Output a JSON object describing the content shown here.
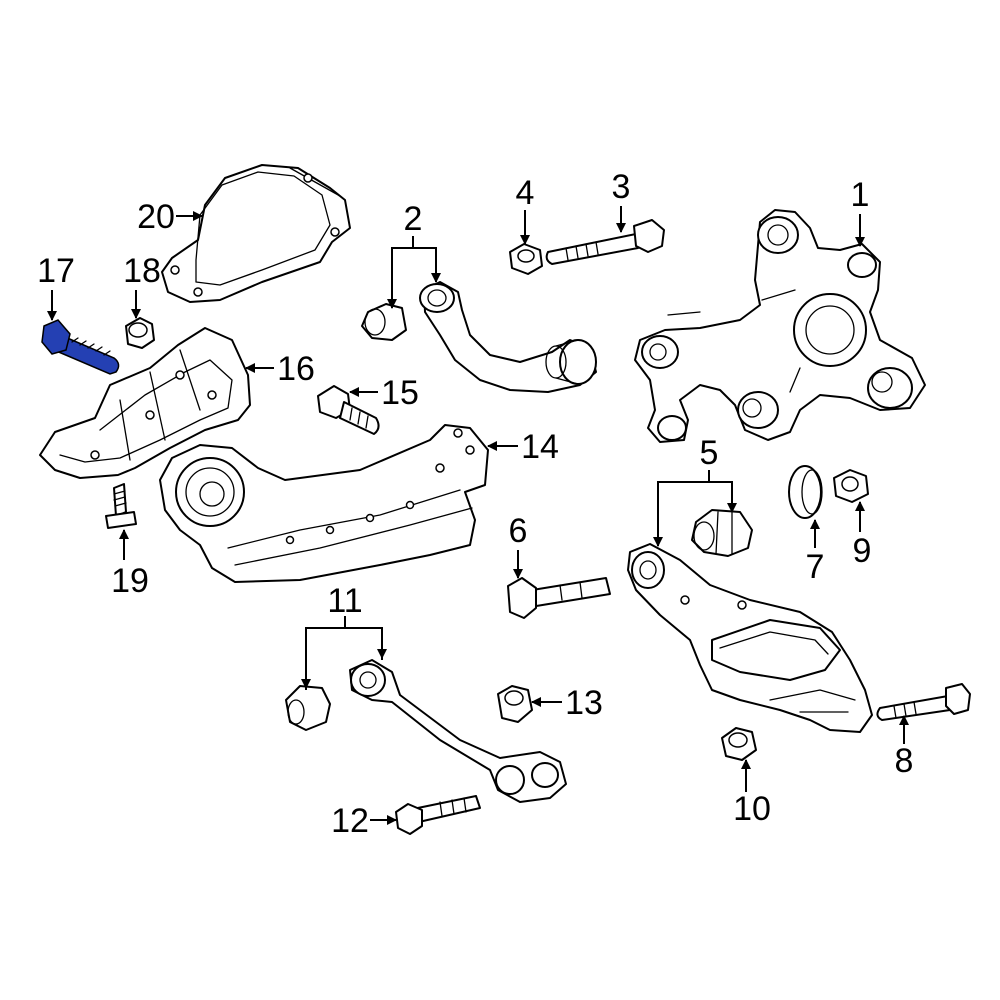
{
  "callouts": {
    "c1": "1",
    "c2": "2",
    "c3": "3",
    "c4": "4",
    "c5": "5",
    "c6": "6",
    "c7": "7",
    "c8": "8",
    "c9": "9",
    "c10": "10",
    "c11": "11",
    "c12": "12",
    "c13": "13",
    "c14": "14",
    "c15": "15",
    "c16": "16",
    "c17": "17",
    "c18": "18",
    "c19": "19",
    "c20": "20"
  },
  "highlighted_part": "17",
  "colors": {
    "highlight": "#2440b3",
    "line": "#000000",
    "background": "#ffffff"
  }
}
